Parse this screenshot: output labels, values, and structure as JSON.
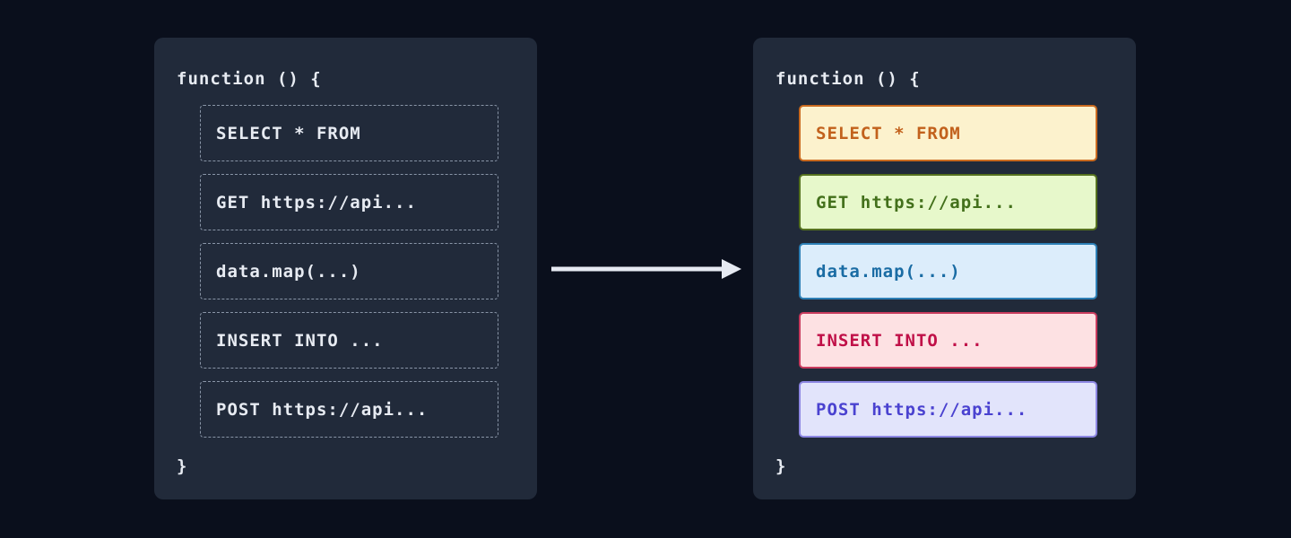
{
  "left_panel": {
    "header": "function () {",
    "footer": "}",
    "lines": [
      {
        "text": "SELECT * FROM"
      },
      {
        "text": "GET https://api..."
      },
      {
        "text": "data.map(...)"
      },
      {
        "text": "INSERT INTO ..."
      },
      {
        "text": "POST https://api..."
      }
    ],
    "style": {
      "background": "#212a3a",
      "text_color": "#e7ebf2",
      "dashed_border_color": "#8995a7"
    }
  },
  "right_panel": {
    "header": "function () {",
    "footer": "}",
    "lines": [
      {
        "text": "SELECT * FROM",
        "bg": "#fcf2cd",
        "border": "#c96a1f",
        "color": "#c2611c"
      },
      {
        "text": "GET https://api...",
        "bg": "#e7f8cb",
        "border": "#55711f",
        "color": "#43701b"
      },
      {
        "text": "data.map(...)",
        "bg": "#dcedfb",
        "border": "#2d7fb5",
        "color": "#1a6ca4"
      },
      {
        "text": "INSERT INTO ...",
        "bg": "#fde1e3",
        "border": "#c83b5e",
        "color": "#c01048"
      },
      {
        "text": "POST https://api...",
        "bg": "#e2e4fb",
        "border": "#8d87e2",
        "color": "#4a42d0"
      }
    ],
    "style": {
      "background": "#212a3a",
      "text_color": "#e7ebf2"
    }
  },
  "arrow": {
    "color": "#e6eaf2",
    "direction": "right"
  }
}
